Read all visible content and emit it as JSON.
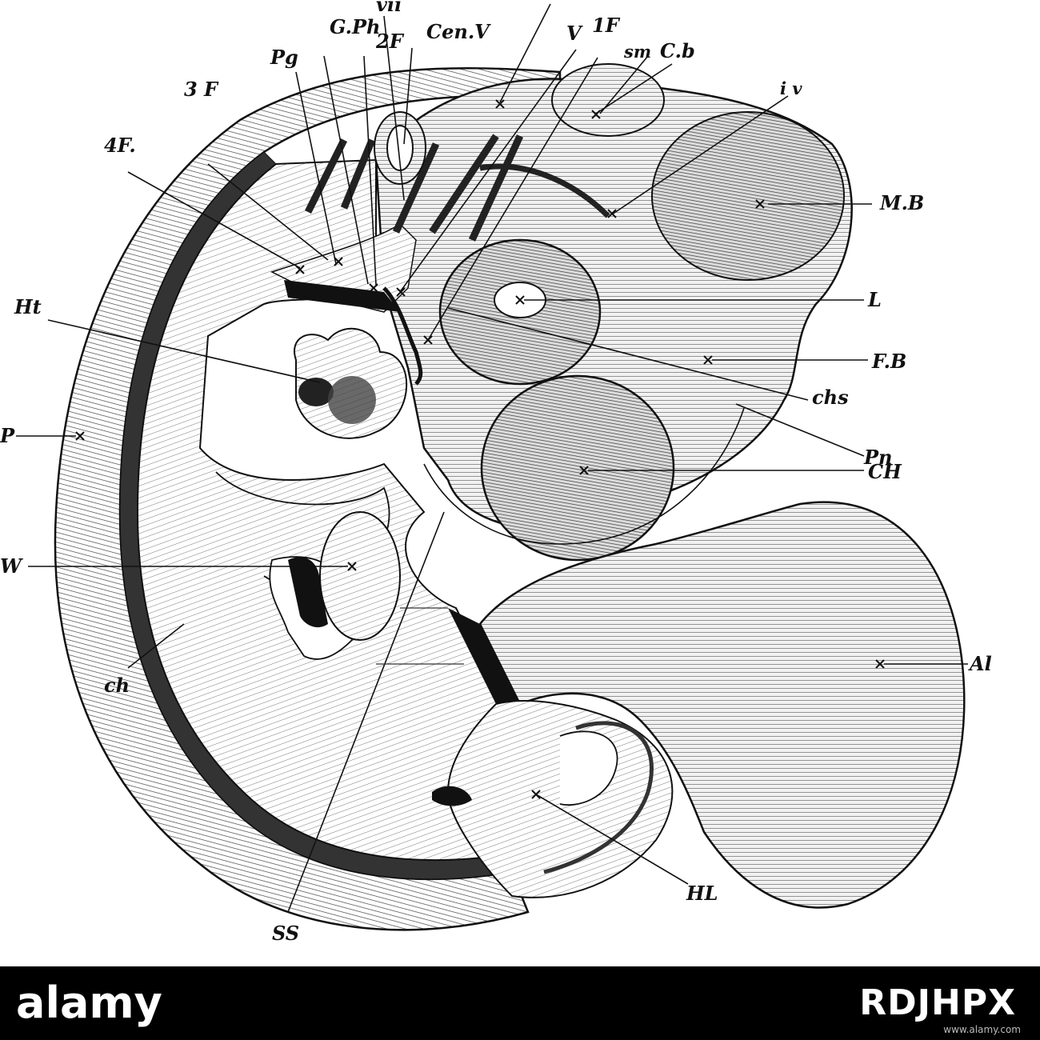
{
  "labels": {
    "vii": "vii",
    "gph": "G.Ph",
    "cenv": "Cen.V",
    "f2": "2F",
    "v": "V",
    "f1": "1F",
    "sm": "sm",
    "cb": "C.b",
    "pg": "Pg",
    "f3": "3 F",
    "f4": "4F.",
    "iv": "i v",
    "mb": "M.B",
    "ht": "Ht",
    "l": "L",
    "fb": "F.B",
    "chs": "chs",
    "p": "P",
    "pn": "Pn",
    "chl": "CH",
    "w": "W",
    "al": "Al",
    "ch": "ch",
    "hl": "HL",
    "ss": "SS"
  },
  "watermark": {
    "brand": "alamy",
    "image_id": "RDJHPX",
    "url": "www.alamy.com"
  }
}
